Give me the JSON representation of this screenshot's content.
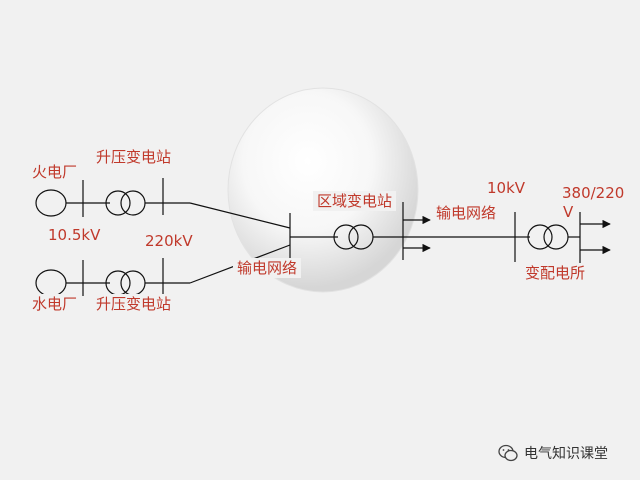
{
  "labels": {
    "thermal_plant": "火电厂",
    "hydro_plant": "水电厂",
    "step_up_top": "升压变电站",
    "step_up_bottom": "升压变电站",
    "voltage_gen": "10.5kV",
    "voltage_tx": "220kV",
    "network_left": "输电网络",
    "regional_substation": "区域变电站",
    "network_right": "输电网络",
    "voltage_dist": "10kV",
    "voltage_user_1": "380/220",
    "voltage_user_2": "V",
    "distribution_station": "变配电所"
  },
  "watermark": {
    "text": "电气知识课堂",
    "icon": "wechat-icon"
  },
  "colors": {
    "label": "#c0392b",
    "line": "#111111",
    "background": "#f1f1f1"
  }
}
